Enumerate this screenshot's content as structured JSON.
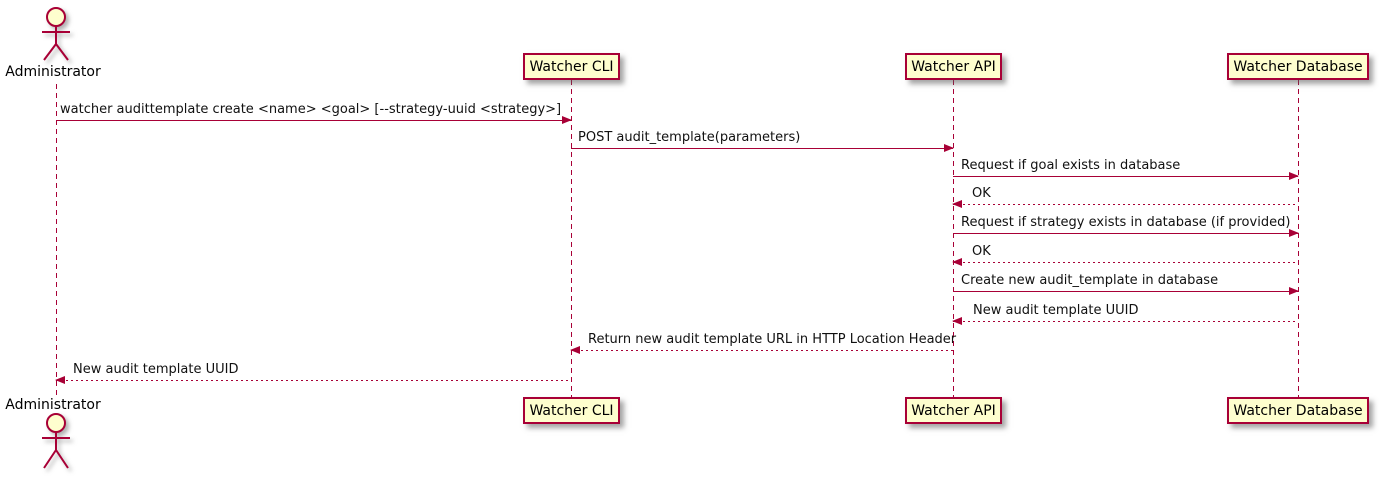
{
  "diagram": {
    "type": "uml-sequence",
    "colors": {
      "accent": "#A80036",
      "participant_fill": "#FEFECE",
      "text": "#000000",
      "background": "#FFFFFF"
    },
    "actor": {
      "name": "Administrator"
    },
    "participants": [
      {
        "name": "Watcher CLI"
      },
      {
        "name": "Watcher API"
      },
      {
        "name": "Watcher Database"
      }
    ],
    "messages": [
      {
        "from": "Administrator",
        "to": "Watcher CLI",
        "style": "solid",
        "text": "watcher audittemplate create <name> <goal> [--strategy-uuid <strategy>]"
      },
      {
        "from": "Watcher CLI",
        "to": "Watcher API",
        "style": "solid",
        "text": "POST audit_template(parameters)"
      },
      {
        "from": "Watcher API",
        "to": "Watcher Database",
        "style": "solid",
        "text": "Request if goal exists in database"
      },
      {
        "from": "Watcher Database",
        "to": "Watcher API",
        "style": "dashed",
        "text": "OK"
      },
      {
        "from": "Watcher API",
        "to": "Watcher Database",
        "style": "solid",
        "text": "Request if strategy exists in database (if provided)"
      },
      {
        "from": "Watcher Database",
        "to": "Watcher API",
        "style": "dashed",
        "text": "OK"
      },
      {
        "from": "Watcher API",
        "to": "Watcher Database",
        "style": "solid",
        "text": "Create new audit_template in database"
      },
      {
        "from": "Watcher Database",
        "to": "Watcher API",
        "style": "dashed",
        "text": "New audit template UUID"
      },
      {
        "from": "Watcher API",
        "to": "Watcher CLI",
        "style": "dashed",
        "text": "Return new audit template URL in HTTP Location Header"
      },
      {
        "from": "Watcher CLI",
        "to": "Administrator",
        "style": "dashed",
        "text": "New audit template UUID"
      }
    ]
  }
}
